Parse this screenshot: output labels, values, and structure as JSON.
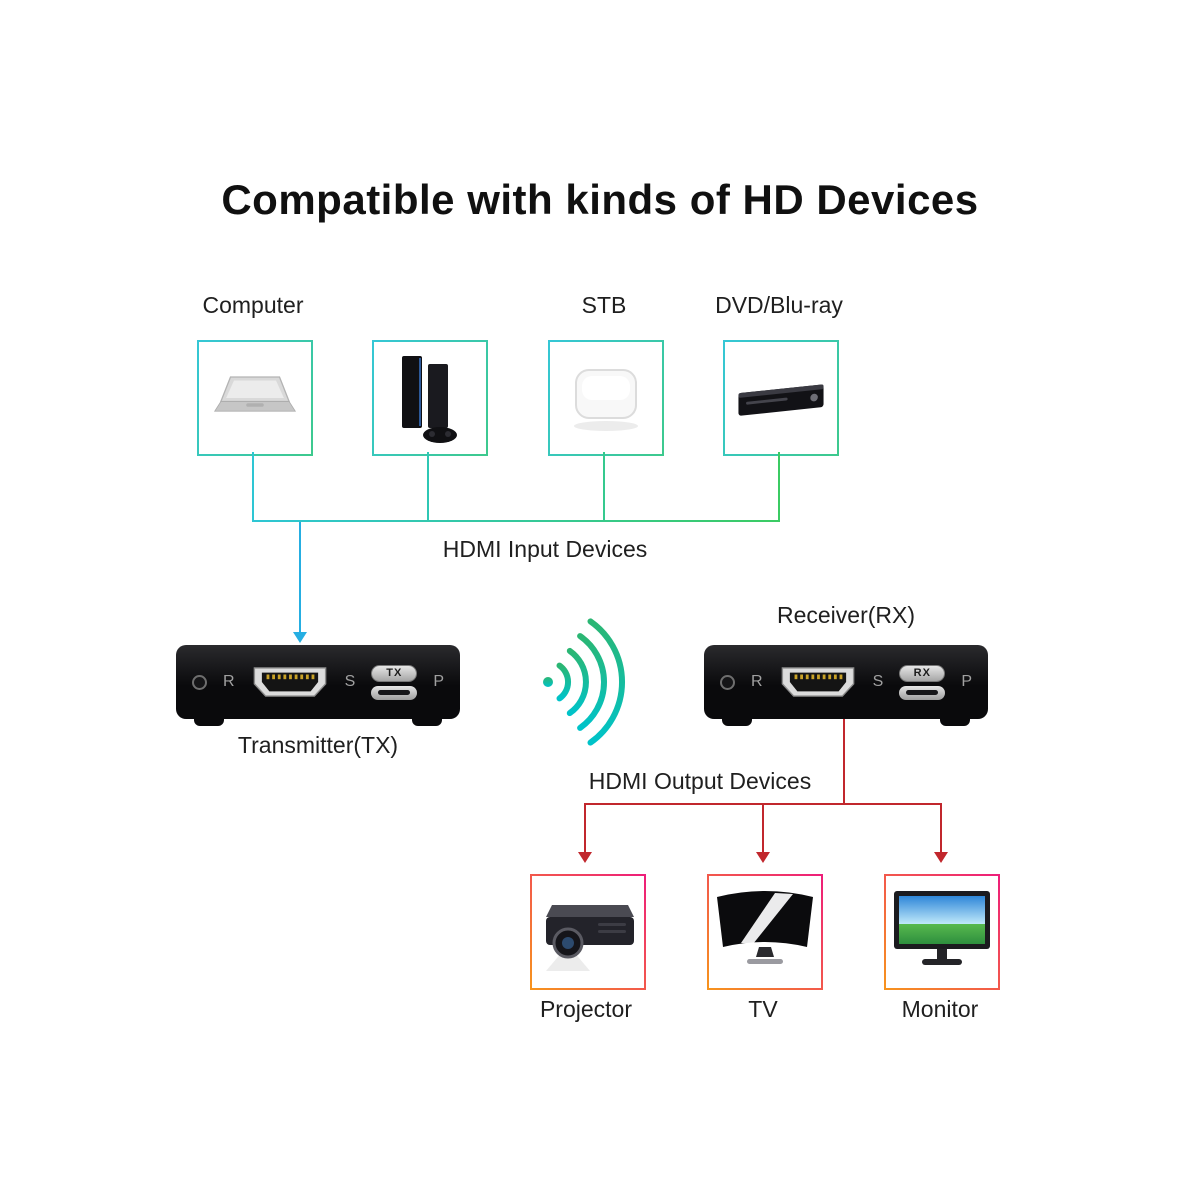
{
  "title": "Compatible with kinds of HD Devices",
  "input_section": {
    "connector_label": "HDMI Input Devices",
    "devices": [
      {
        "label": "Computer",
        "icon": "laptop-icon"
      },
      {
        "label": "",
        "icon": "game-console-icon"
      },
      {
        "label": "STB",
        "icon": "stb-icon"
      },
      {
        "label": "DVD/Blu-ray",
        "icon": "dvd-player-icon"
      }
    ]
  },
  "transmitter": {
    "caption": "Transmitter(TX)",
    "badge": "TX",
    "reset_label": "R",
    "source_label": "S",
    "power_label": "P"
  },
  "receiver": {
    "caption": "Receiver(RX)",
    "badge": "RX",
    "reset_label": "R",
    "source_label": "S",
    "power_label": "P"
  },
  "wireless_link": {
    "icon": "wifi-signal-icon"
  },
  "output_section": {
    "connector_label": "HDMI Output Devices",
    "devices": [
      {
        "label": "Projector",
        "icon": "projector-icon"
      },
      {
        "label": "TV",
        "icon": "tv-icon"
      },
      {
        "label": "Monitor",
        "icon": "monitor-icon"
      }
    ]
  },
  "colors": {
    "input_line_cyan": "#2ec6d4",
    "input_line_green": "#3bcb63",
    "input_arrow_blue": "#25aee2",
    "output_line_red": "#c1272d",
    "output_border_magenta": "#ee1d7a",
    "output_border_orange": "#f7941d",
    "wifi_green": "#2bb673",
    "wifi_teal": "#00c3c9"
  }
}
